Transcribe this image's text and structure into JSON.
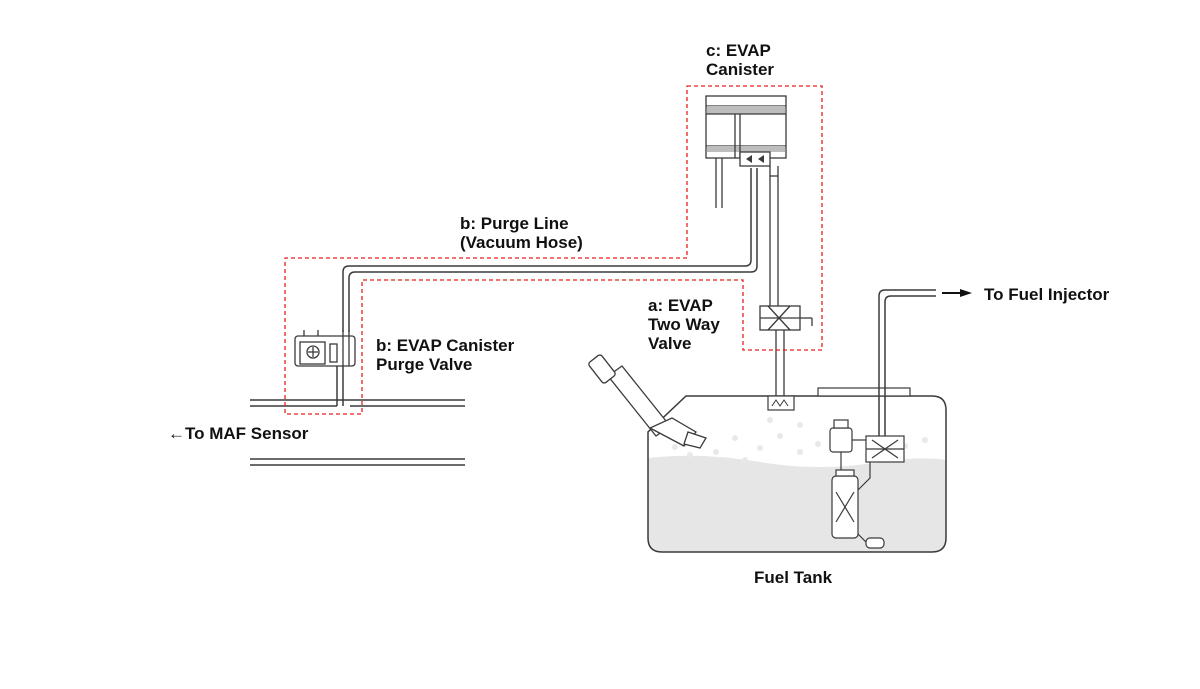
{
  "labels": {
    "canister_line1": "c: EVAP",
    "canister_line2": "Canister",
    "purge_line_line1": "b: Purge Line",
    "purge_line_line2": "(Vacuum Hose)",
    "two_way_line1": "a: EVAP",
    "two_way_line2": "Two Way",
    "two_way_line3": "Valve",
    "purge_valve_line1": "b: EVAP Canister",
    "purge_valve_line2": "Purge Valve",
    "maf": "←To MAF Sensor",
    "fuel_injector": "To Fuel Injector",
    "fuel_tank": "Fuel Tank"
  },
  "colors": {
    "line": "#3a3a3a",
    "highlight_box": "#e8201e",
    "fuel": "#e6e6e6",
    "filter": "#bdbdbd"
  }
}
